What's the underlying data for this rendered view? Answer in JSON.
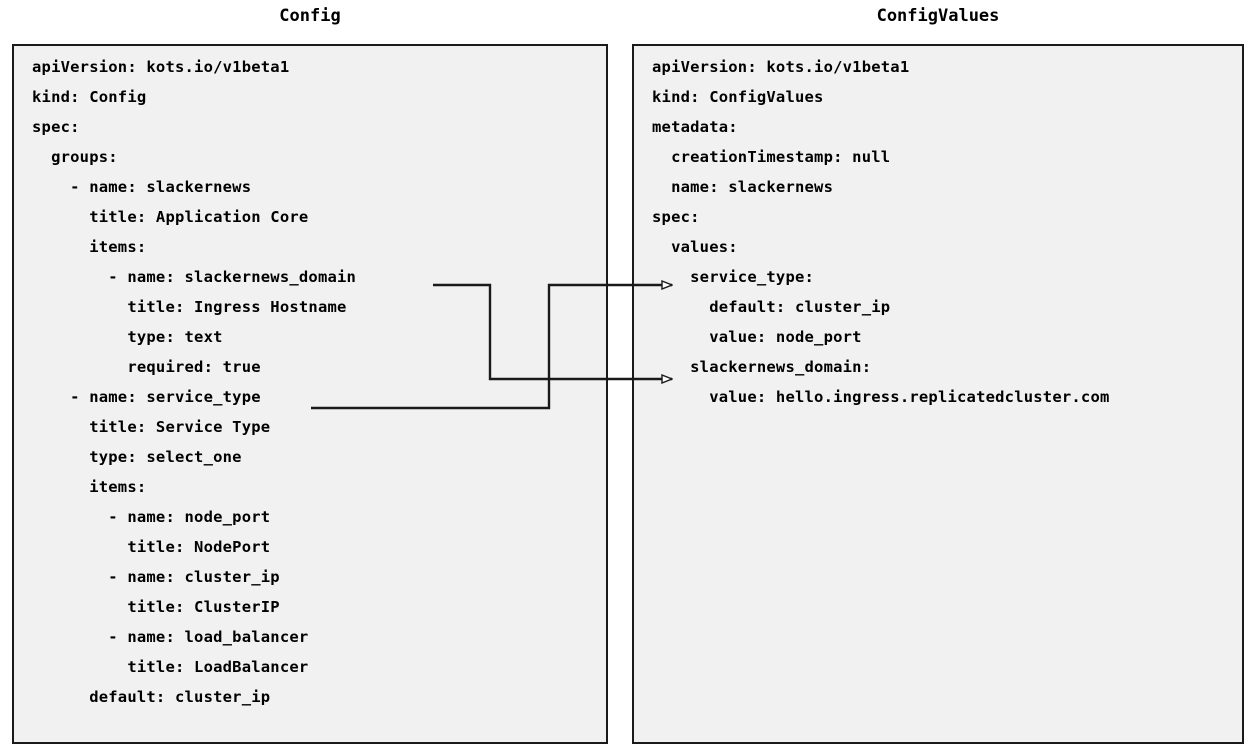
{
  "diagram": {
    "type": "two-panel-yaml-mapping",
    "background_color": "#ffffff",
    "panel_fill_color": "#f1f1f1",
    "panel_border_color": "#1a1a1a",
    "connector_color": "#1a1a1a"
  },
  "panels": {
    "left": {
      "title": "Config",
      "lines": [
        "apiVersion: kots.io/v1beta1",
        "kind: Config",
        "spec:",
        "  groups:",
        "    - name: slackernews",
        "      title: Application Core",
        "      items:",
        "        - name: slackernews_domain",
        "          title: Ingress Hostname",
        "          type: text",
        "          required: true",
        "    - name: service_type",
        "      title: Service Type",
        "      type: select_one",
        "      items:",
        "        - name: node_port",
        "          title: NodePort",
        "        - name: cluster_ip",
        "          title: ClusterIP",
        "        - name: load_balancer",
        "          title: LoadBalancer",
        "      default: cluster_ip"
      ]
    },
    "right": {
      "title": "ConfigValues",
      "lines": [
        "apiVersion: kots.io/v1beta1",
        "kind: ConfigValues",
        "metadata:",
        "  creationTimestamp: null",
        "  name: slackernews",
        "spec:",
        "  values:",
        "    service_type:",
        "      default: cluster_ip",
        "      value: node_port",
        "    slackernews_domain:",
        "      value: hello.ingress.replicatedcluster.com"
      ]
    }
  },
  "connectors": [
    {
      "name": "slackernews-domain-connector",
      "from_label": "slackernews_domain",
      "to_label": "slackernews_domain:",
      "source_line_index": 7,
      "target_line_index": 10
    },
    {
      "name": "service-type-connector",
      "from_label": "service_type",
      "to_label": "service_type:",
      "source_line_index": 11,
      "target_line_index": 7
    }
  ]
}
